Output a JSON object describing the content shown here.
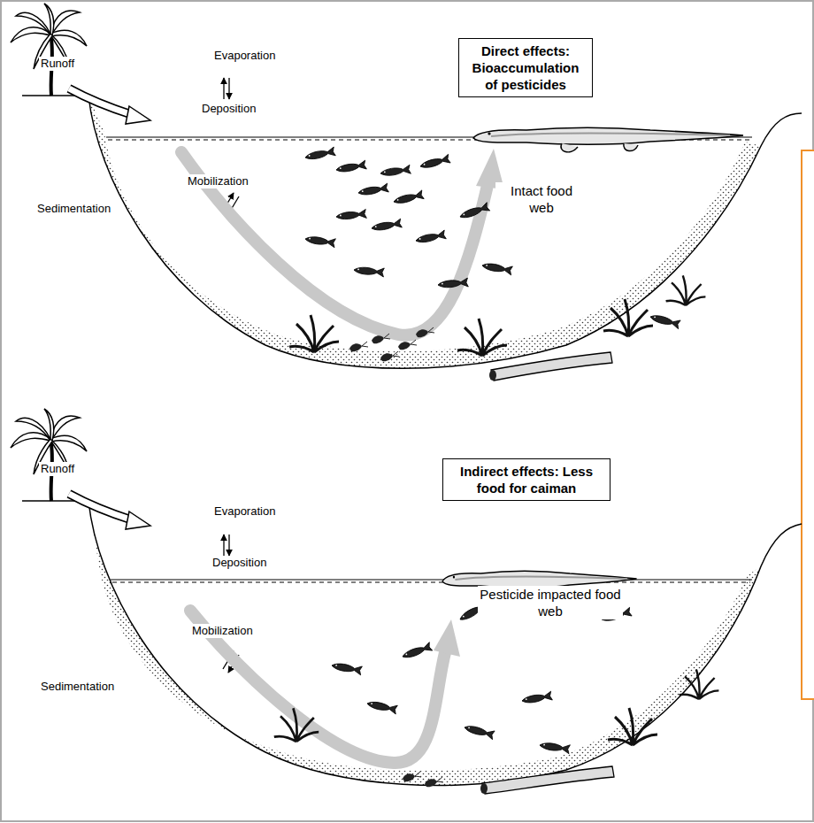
{
  "diagram": {
    "nodes": [
      {
        "text": [
          "Direct effects: Bioaccumulation of pesticides"
        ]
      },
      {
        "text": [
          "Indirect effects: Less food for caiman"
        ]
      }
    ],
    "labels": [
      "Runoff",
      "Evaporation",
      "Deposition",
      "Mobilization",
      "Sedimentation",
      "Intact food web",
      "Runoff",
      "Evaporation",
      "Deposition",
      "Mobilization",
      "Sedimentation",
      "Pesticide impacted food web"
    ]
  }
}
